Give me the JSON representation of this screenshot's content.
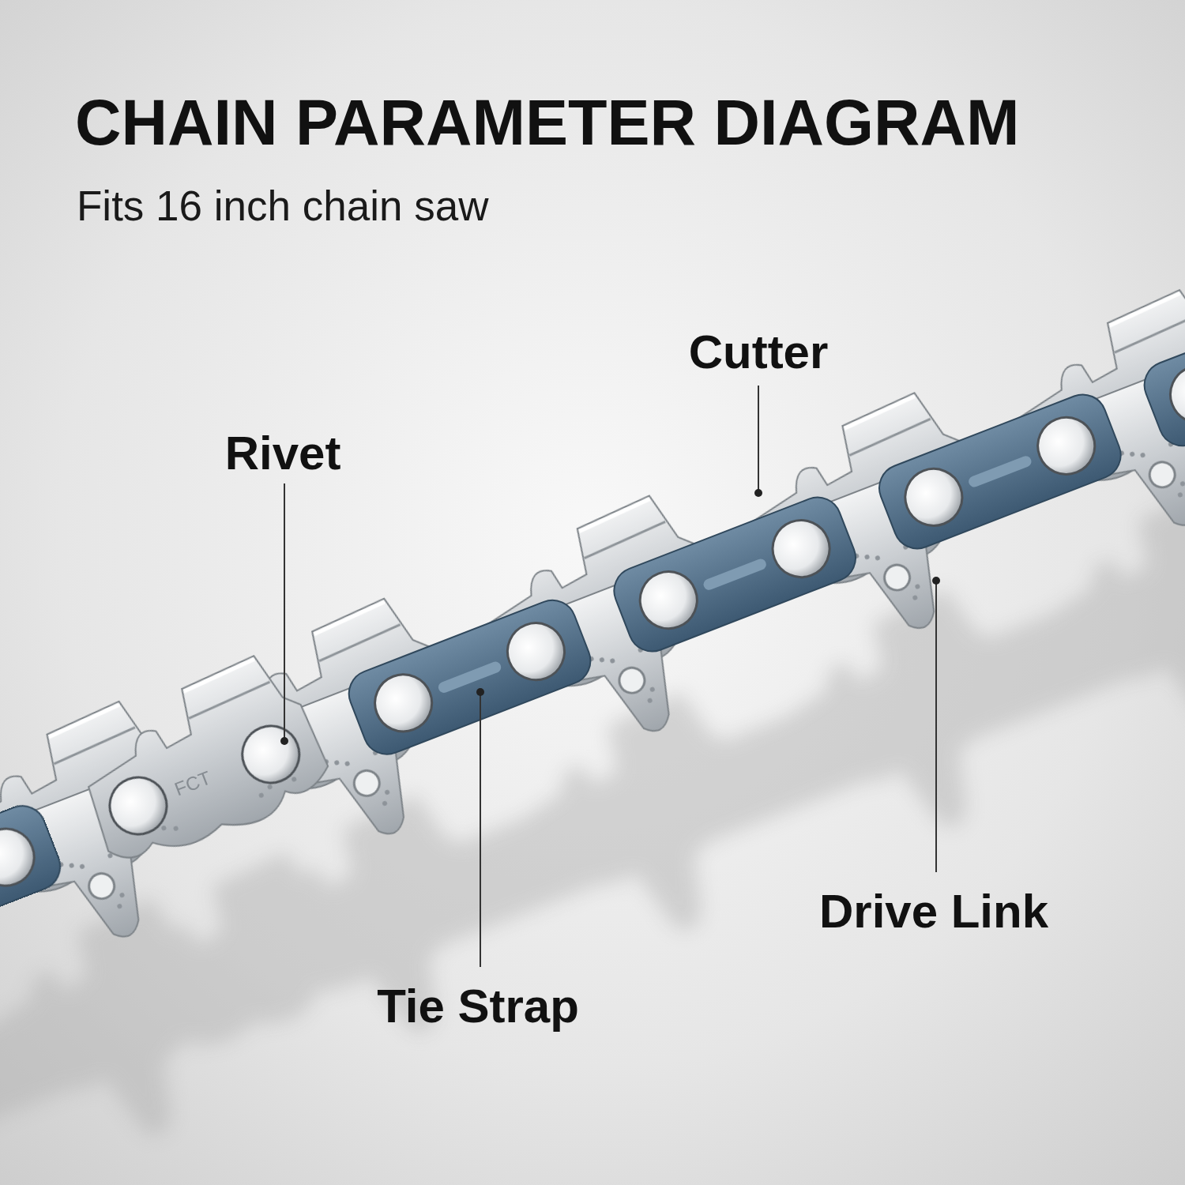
{
  "diagram": {
    "title": "CHAIN PARAMETER DIAGRAM",
    "labels": [
      "Fits 16 inch chain saw",
      "Cutter",
      "Rivet",
      "Tie Strap",
      "Drive Link",
      "FCT"
    ]
  }
}
